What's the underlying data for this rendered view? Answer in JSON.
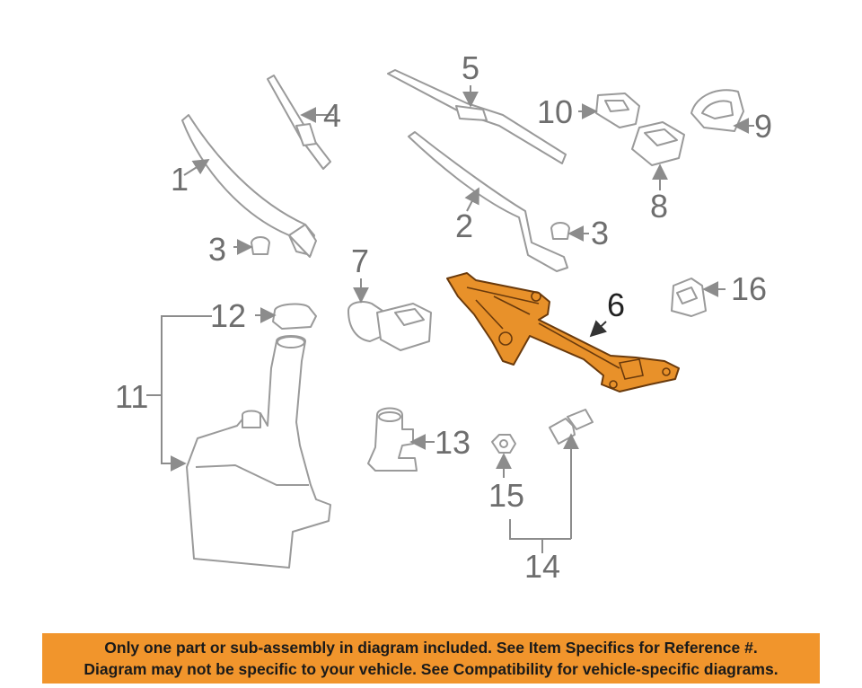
{
  "diagram": {
    "colors": {
      "highlight": "#e8912a",
      "outline": "#9a9a9a",
      "banner": "#f1952c"
    },
    "labels": {
      "p1": "1",
      "p2": "2",
      "p3a": "3",
      "p3b": "3",
      "p4": "4",
      "p5": "5",
      "p6": "6",
      "p7": "7",
      "p8": "8",
      "p9": "9",
      "p10": "10",
      "p11": "11",
      "p12": "12",
      "p13": "13",
      "p14": "14",
      "p15": "15",
      "p16": "16"
    }
  },
  "banner": {
    "line1": "Only one part or sub-assembly in diagram included. See Item Specifics for Reference #.",
    "line2": "Diagram may not be specific to your vehicle. See Compatibility for vehicle-specific diagrams."
  }
}
